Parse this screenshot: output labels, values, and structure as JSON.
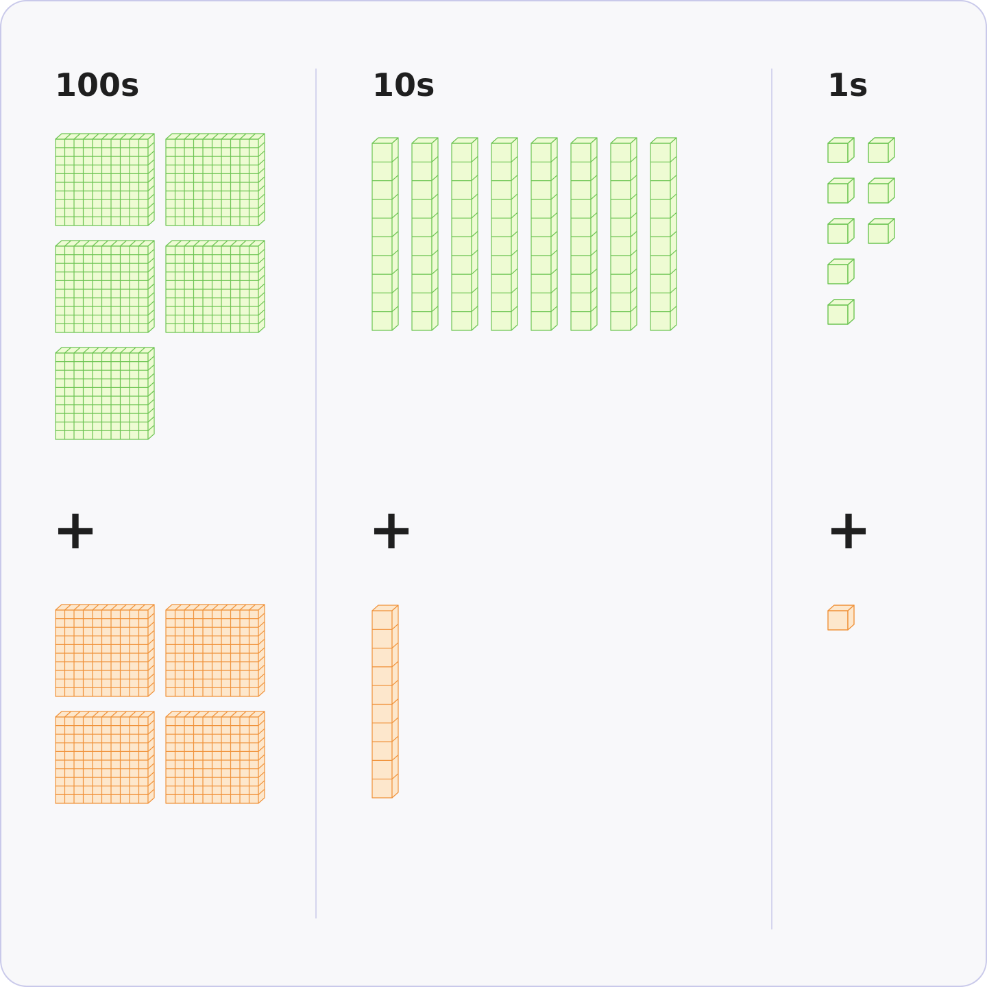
{
  "columns": [
    {
      "key": "hundreds",
      "label": "100s",
      "top_count": 5,
      "bottom_count": 4
    },
    {
      "key": "tens",
      "label": "10s",
      "top_count": 8,
      "bottom_count": 1
    },
    {
      "key": "ones",
      "label": "1s",
      "top_count": 8,
      "bottom_count": 1
    }
  ],
  "operator": "+",
  "colors": {
    "background": "#f8f8fa",
    "border": "#c9c9ea",
    "divider": "#c9c9ea",
    "top_stroke": "#6cc452",
    "top_fill": "#eefbd3",
    "bottom_stroke": "#f0923a",
    "bottom_fill": "#fde7cc",
    "text": "#1f1f1f"
  }
}
